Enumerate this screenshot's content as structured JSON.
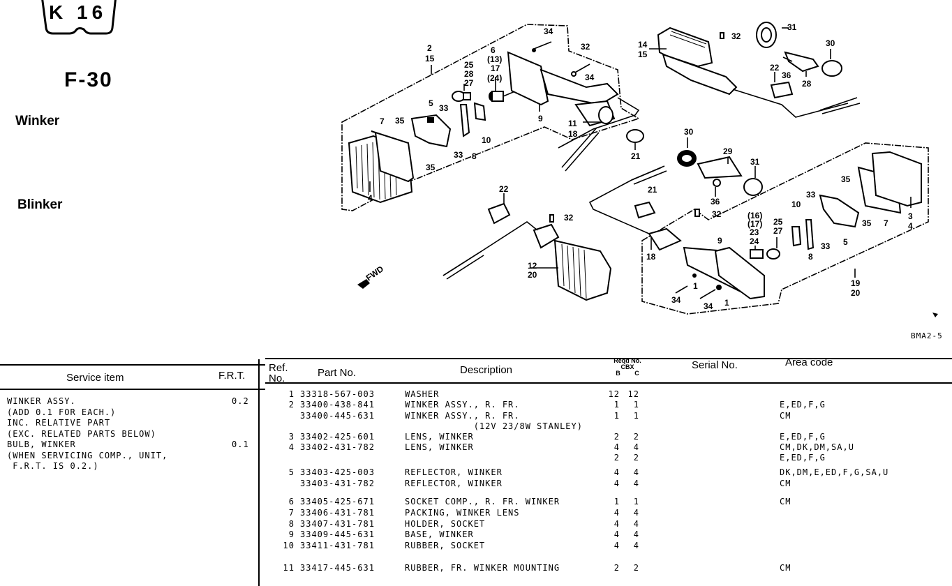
{
  "header": {
    "section_badge": "K 16",
    "figure_number": "F-30",
    "title": "Winker",
    "title_alt": "Blinker"
  },
  "diagram": {
    "drawing_code": "BMA2-5",
    "fwd_label": "FWD",
    "callouts": {
      "c2_15": [
        "2",
        "15"
      ],
      "c25_28_27": [
        "25",
        "28",
        "27"
      ],
      "c6_13_17_24": [
        "6",
        "(13)",
        "17",
        "(24)"
      ],
      "c34a": "34",
      "c32a": "32",
      "c34b": "34",
      "c5": "5",
      "c33a": "33",
      "c7": "7",
      "c35a": "35",
      "c35b": "35",
      "c33b": "33",
      "c8": "8",
      "c10": "10",
      "c9": "9",
      "c11_18": [
        "11",
        "18"
      ],
      "c4": "4",
      "c21a": "21",
      "c14_15": [
        "14",
        "15"
      ],
      "c32b": "32",
      "c31a": "31",
      "c30a": "30",
      "c22a": "22",
      "c36a": "36",
      "c28": "28",
      "c30b": "30",
      "c29": "29",
      "c31b": "31",
      "c21b": "21",
      "c36b": "36",
      "c32c": "32",
      "c22b": "22",
      "c32d": "32",
      "c12_20": [
        "12",
        "20"
      ],
      "c16_17_23_24": [
        "(16)",
        "(17)",
        "23",
        "24"
      ],
      "c25_27": [
        "25",
        "27"
      ],
      "c10b": "10",
      "c33c": "33",
      "c35c": "35",
      "c35d": "35",
      "c7b": "7",
      "c3_4": [
        "3",
        "4"
      ],
      "c5b": "5",
      "c33d": "33",
      "c8b": "8",
      "c18": "18",
      "c9b": "9",
      "c1a": "1",
      "c34c": "34",
      "c34d": "34",
      "c1b": "1",
      "c19_20": [
        "19",
        "20"
      ]
    }
  },
  "service_table": {
    "headers": {
      "service_item": "Service item",
      "frt": "F.R.T."
    },
    "rows": [
      {
        "text": "WINKER ASSY.",
        "frt": "0.2"
      },
      {
        "text": "(ADD 0.1 FOR EACH.)",
        "frt": ""
      },
      {
        "text": "INC. RELATIVE PART",
        "frt": ""
      },
      {
        "text": "(EXC. RELATED PARTS BELOW)",
        "frt": ""
      },
      {
        "text": "BULB, WINKER",
        "frt": "0.1"
      },
      {
        "text": "(WHEN SERVICING COMP., UNIT,",
        "frt": ""
      },
      {
        "text": " F.R.T. IS 0.2.)",
        "frt": ""
      }
    ]
  },
  "parts_table": {
    "headers": {
      "ref_no_1": "Ref.",
      "ref_no_2": "No.",
      "part_no": "Part No.",
      "description": "Description",
      "reqd_no": "Reqd No.",
      "model": "CBX",
      "col_b": "B",
      "col_c": "C",
      "serial_no": "Serial No.",
      "area_code": "Area code"
    },
    "rows": [
      {
        "ref": "1",
        "part": "33318-567-003",
        "desc": "WASHER",
        "b": "12",
        "c": "12",
        "area": ""
      },
      {
        "ref": "2",
        "part": "33400-438-841",
        "desc": "WINKER ASSY., R. FR.",
        "b": "1",
        "c": "1",
        "area": "E,ED,F,G"
      },
      {
        "ref": "",
        "part": "33400-445-631",
        "desc": "WINKER ASSY., R. FR.",
        "b": "1",
        "c": "1",
        "area": "CM"
      },
      {
        "ref": "",
        "part": "",
        "desc": "            (12V 23/8W STANLEY)",
        "b": "",
        "c": "",
        "area": ""
      },
      {
        "ref": "3",
        "part": "33402-425-601",
        "desc": "LENS, WINKER",
        "b": "2",
        "c": "2",
        "area": "E,ED,F,G"
      },
      {
        "ref": "4",
        "part": "33402-431-782",
        "desc": "LENS, WINKER",
        "b": "4",
        "c": "4",
        "area": "CM,DK,DM,SA,U"
      },
      {
        "ref": "",
        "part": "",
        "desc": "",
        "b": "2",
        "c": "2",
        "area": "E,ED,F,G"
      },
      {
        "ref": "5",
        "part": "33403-425-003",
        "desc": "REFLECTOR, WINKER",
        "b": "4",
        "c": "4",
        "area": "DK,DM,E,ED,F,G,SA,U"
      },
      {
        "ref": "",
        "part": "33403-431-782",
        "desc": "REFLECTOR, WINKER",
        "b": "4",
        "c": "4",
        "area": "CM"
      },
      {
        "ref": "6",
        "part": "33405-425-671",
        "desc": "SOCKET COMP., R. FR. WINKER",
        "b": "1",
        "c": "1",
        "area": "CM"
      },
      {
        "ref": "7",
        "part": "33406-431-781",
        "desc": "PACKING, WINKER LENS",
        "b": "4",
        "c": "4",
        "area": ""
      },
      {
        "ref": "8",
        "part": "33407-431-781",
        "desc": "HOLDER, SOCKET",
        "b": "4",
        "c": "4",
        "area": ""
      },
      {
        "ref": "9",
        "part": "33409-445-631",
        "desc": "BASE, WINKER",
        "b": "4",
        "c": "4",
        "area": ""
      },
      {
        "ref": "10",
        "part": "33411-431-781",
        "desc": "RUBBER, SOCKET",
        "b": "4",
        "c": "4",
        "area": ""
      },
      {
        "ref": "11",
        "part": "33417-445-631",
        "desc": "RUBBER, FR. WINKER MOUNTING",
        "b": "2",
        "c": "2",
        "area": "CM"
      }
    ]
  }
}
